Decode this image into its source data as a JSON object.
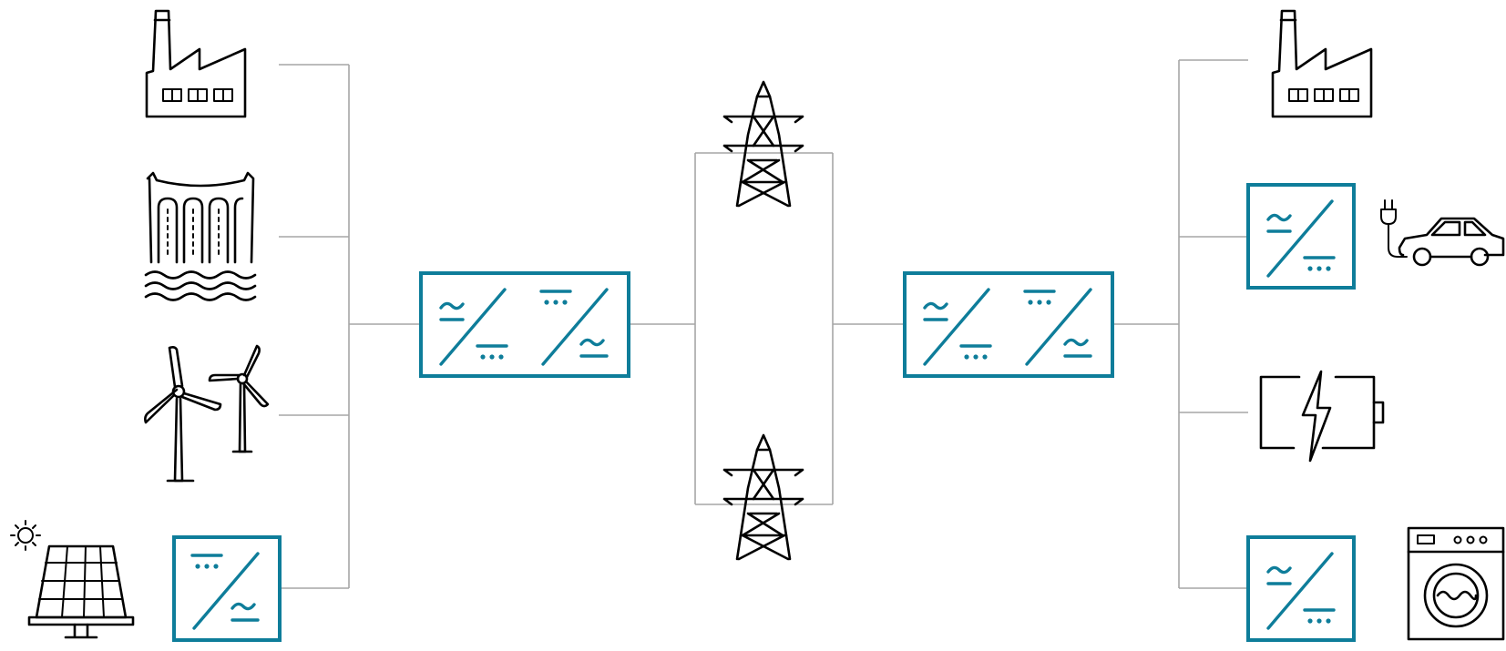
{
  "colors": {
    "converter": "#0e7d9a",
    "wire": "#a6a6a6",
    "icon": "#000000",
    "background": "#ffffff"
  },
  "icons": {
    "sources": [
      "factory-icon",
      "hydro-dam-icon",
      "wind-turbines-icon",
      "solar-panel-icon"
    ],
    "transmission": [
      "pylon-icon",
      "pylon-icon"
    ],
    "loads": [
      "factory-icon",
      "electric-car-icon",
      "battery-icon",
      "washing-machine-icon"
    ]
  },
  "converters": [
    {
      "id": "solar-dc-ac",
      "symbols": [
        "dc-to-ac"
      ]
    },
    {
      "id": "hub-left",
      "symbols": [
        "ac-to-dc",
        "dc-to-ac"
      ]
    },
    {
      "id": "hub-right",
      "symbols": [
        "ac-to-dc",
        "dc-to-ac"
      ]
    },
    {
      "id": "ev-charger",
      "symbols": [
        "ac-to-dc"
      ]
    },
    {
      "id": "appliance-supply",
      "symbols": [
        "ac-to-dc"
      ]
    }
  ]
}
